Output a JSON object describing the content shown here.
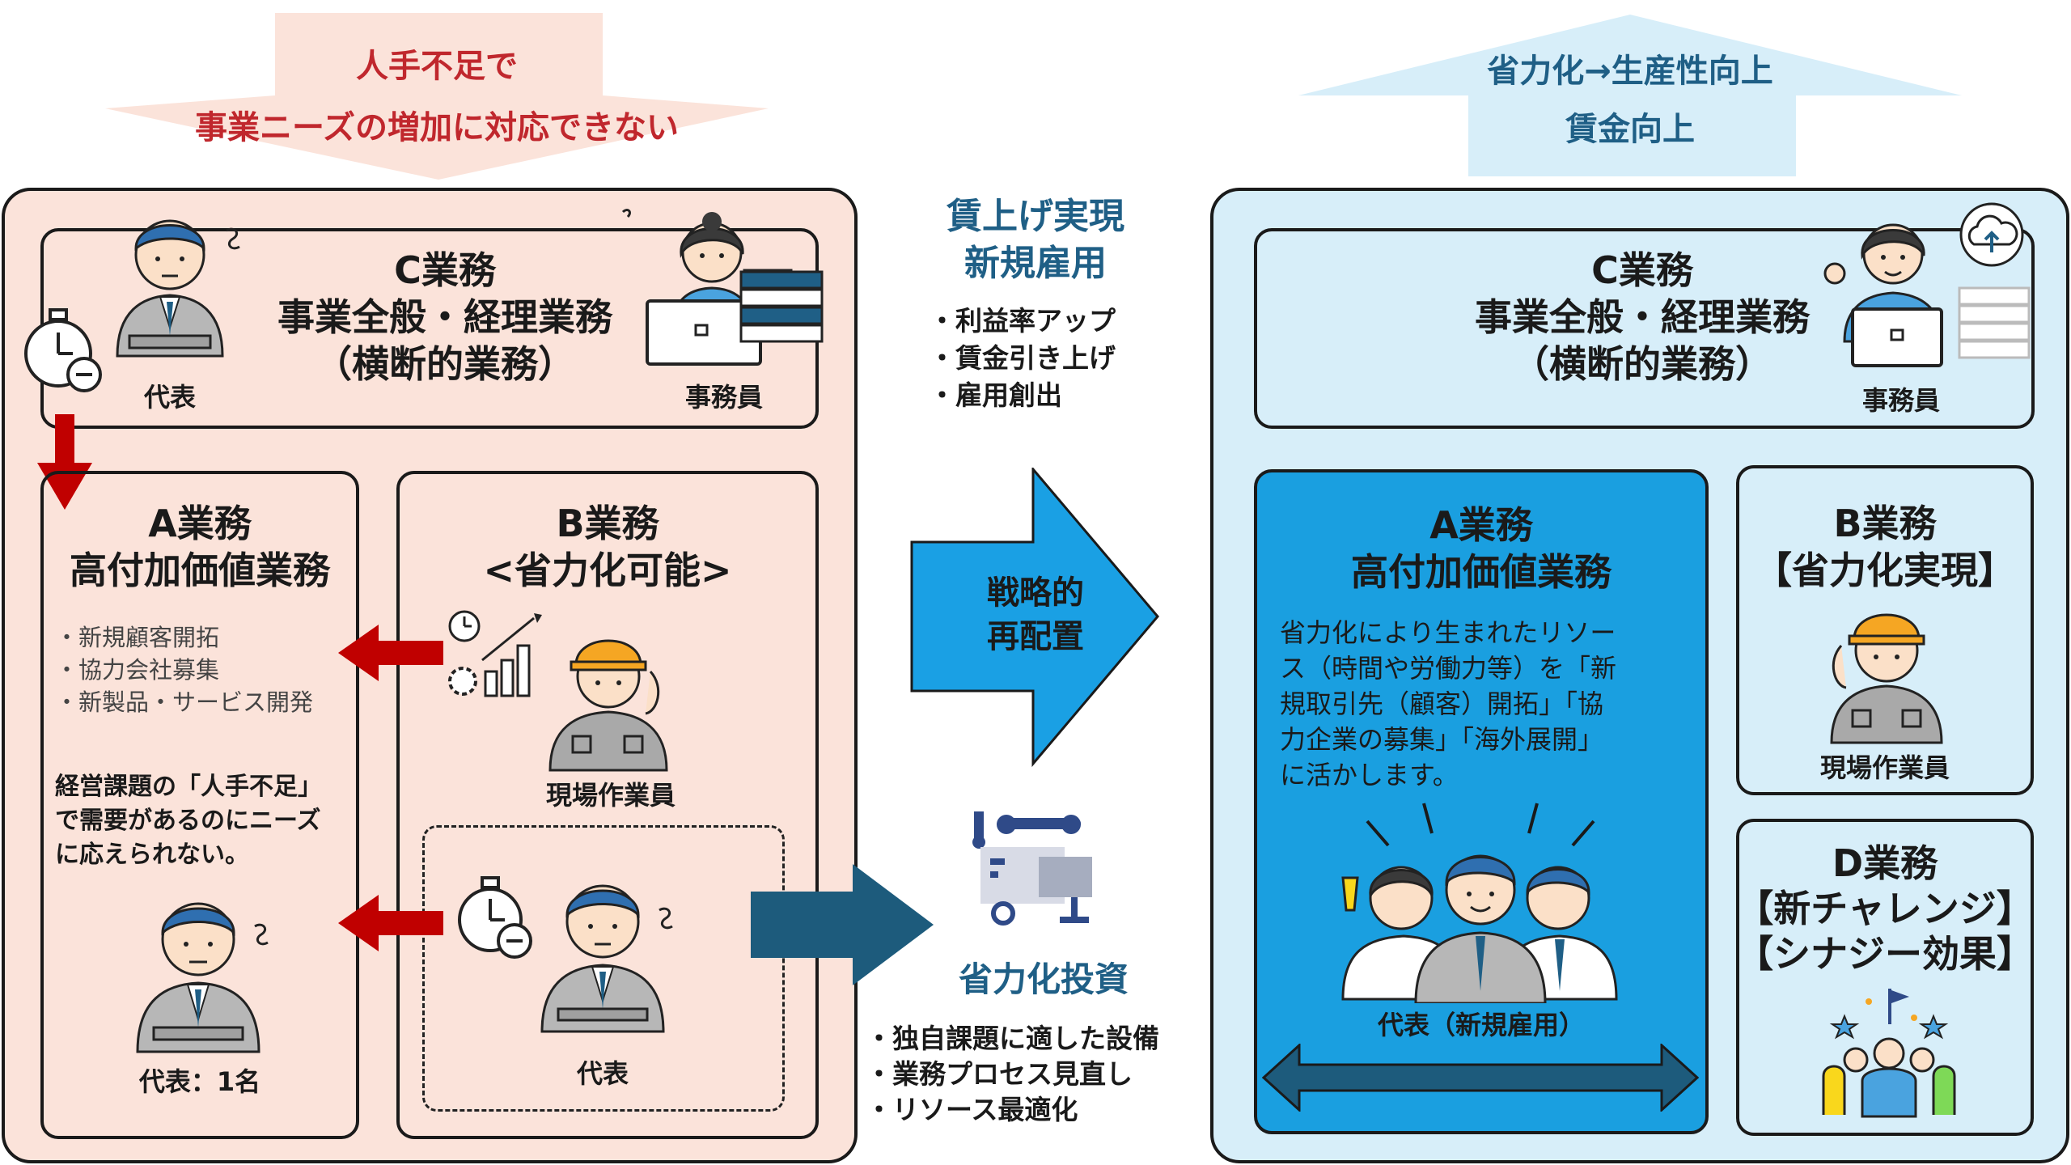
{
  "top_left_arrow": {
    "line1": "人手不足で",
    "line2": "事業ニーズの増加に対応できない"
  },
  "top_right_arrow": {
    "line1": "省力化→生産性向上",
    "line2": "賃金向上"
  },
  "left": {
    "c_task": {
      "title": "C業務",
      "line2": "事業全般・経理業務",
      "line3": "（横断的業務）",
      "rep_label": "代表",
      "clerk_label": "事務員"
    },
    "a_task": {
      "title": "A業務",
      "subtitle": "高付加価値業務",
      "items": [
        "・新規顧客開拓",
        "・協力会社募集",
        "・新製品・サービス開発"
      ],
      "issue": [
        "経営課題の「人手不足」",
        "で需要があるのにニーズ",
        "に応えられない。"
      ],
      "rep_label": "代表：1名"
    },
    "b_task": {
      "title": "B業務",
      "subtitle": "<省力化可能>",
      "worker_label": "現場作業員",
      "rep_label": "代表"
    }
  },
  "middle": {
    "headline1": "賃上げ実現",
    "headline2": "新規雇用",
    "bullets": [
      "・利益率アップ",
      "・賃金引き上げ",
      "・雇用創出"
    ],
    "strategy_line1": "戦略的",
    "strategy_line2": "再配置",
    "investment_title": "省力化投資",
    "investment_items": [
      "・独自課題に適した設備",
      "・業務プロセス見直し",
      "・リソース最適化"
    ]
  },
  "right": {
    "c_task": {
      "title": "C業務",
      "line2": "事業全般・経理業務",
      "line3": "（横断的業務）",
      "clerk_label": "事務員"
    },
    "a_task": {
      "title": "A業務",
      "subtitle": "高付加価値業務",
      "description": [
        "省力化により生まれたリソー",
        "ス（時間や労働力等）を「新",
        "規取引先（顧客）開拓」「協",
        "力企業の募集」「海外展開」",
        "に活かします。"
      ],
      "rep_label": "代表（新規雇用）"
    },
    "b_task": {
      "title": "B業務",
      "subtitle": "【省力化実現】",
      "worker_label": "現場作業員"
    },
    "d_task": {
      "title": "D業務",
      "line2": "【新チャレンジ】",
      "line3": "【シナジー効果】"
    }
  },
  "colors": {
    "red_text": "#c0272d",
    "blue_text": "#1f5f86",
    "left_panel": "#fbe3da",
    "right_panel": "#d7eef9",
    "a_box_blue": "#1a9fe0",
    "dark_teal": "#1d5b7c",
    "red_arrow": "#c00000",
    "strategy_blue": "#1aa0e4"
  },
  "icons": [
    "businessman-icon",
    "stopwatch-icon",
    "office-clerk-icon",
    "books-icon",
    "gear-growth-chart-icon",
    "worker-helmet-icon",
    "machine-icon",
    "cloud-upload-icon",
    "team-cheer-icon",
    "team-flag-icon"
  ]
}
